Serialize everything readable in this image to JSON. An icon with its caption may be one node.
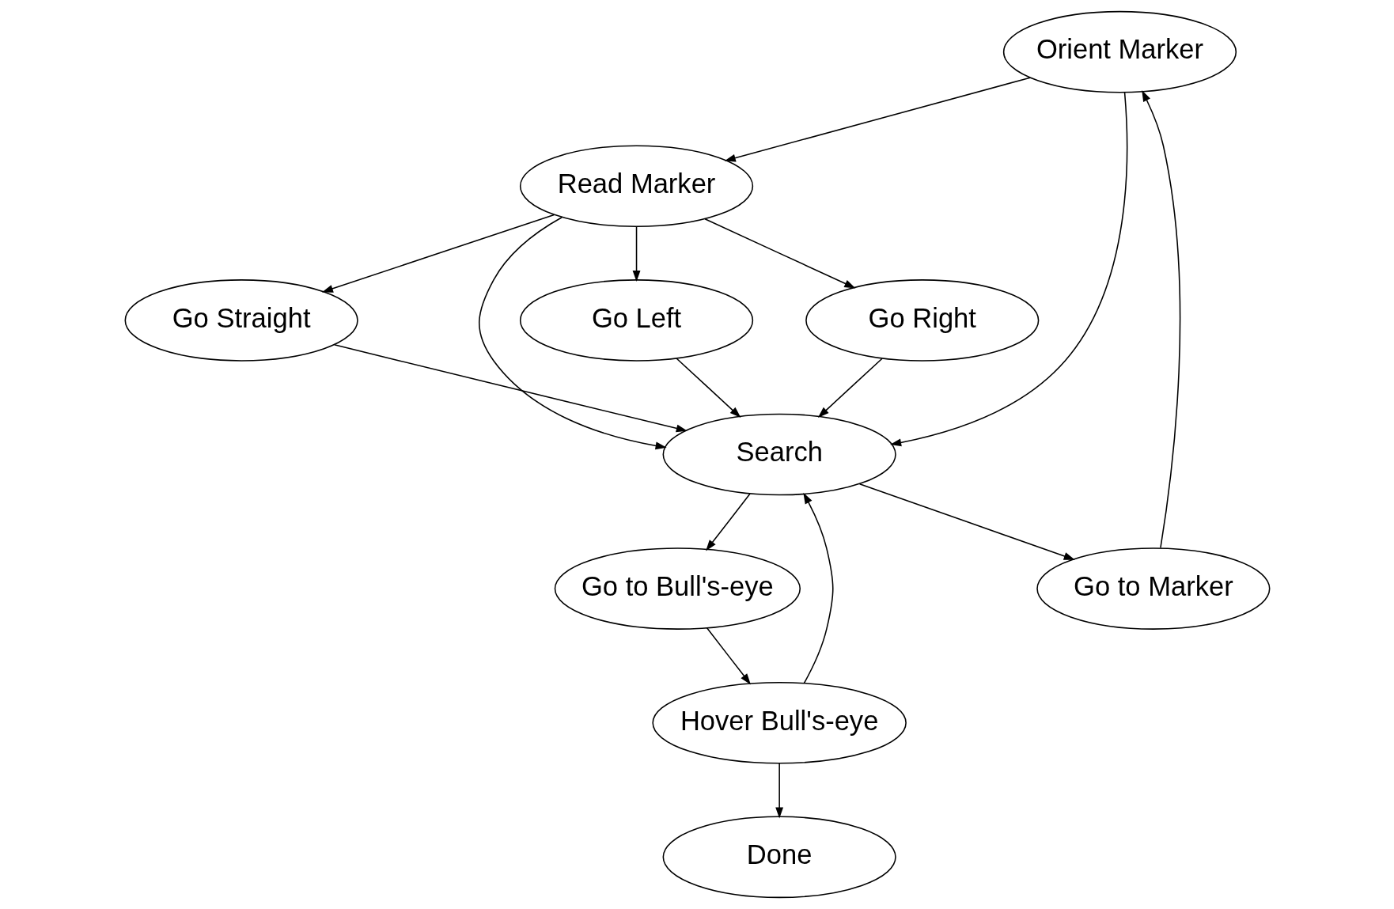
{
  "diagram": {
    "nodes": [
      {
        "text": [
          "Orient Marker"
        ]
      },
      {
        "text": [
          "Go to Marker"
        ]
      },
      {
        "text": [
          "Read Marker"
        ]
      },
      {
        "text": [
          "Go Straight"
        ]
      },
      {
        "text": [
          "Go to Bull's-eye"
        ]
      },
      {
        "text": [
          "Search"
        ]
      },
      {
        "text": [
          "Go Left"
        ]
      },
      {
        "text": [
          "Hover Bull's-eye"
        ]
      },
      {
        "text": [
          "Go Right"
        ]
      },
      {
        "text": [
          "Done"
        ]
      }
    ],
    "edges": [
      {
        "from": 1,
        "to": 0,
        "arrow": "to"
      },
      {
        "from": 0,
        "to": 2,
        "arrow": "to"
      },
      {
        "from": 0,
        "to": 5,
        "arrow": "to"
      },
      {
        "from": 5,
        "to": 1,
        "arrow": "to"
      },
      {
        "from": 2,
        "to": 5,
        "arrow": "to"
      },
      {
        "from": 2,
        "to": 3,
        "arrow": "to"
      },
      {
        "from": 2,
        "to": 6,
        "arrow": "to"
      },
      {
        "from": 2,
        "to": 8,
        "arrow": "to"
      },
      {
        "from": 3,
        "to": 5,
        "arrow": "to"
      },
      {
        "from": 6,
        "to": 5,
        "arrow": "to"
      },
      {
        "from": 8,
        "to": 5,
        "arrow": "to"
      },
      {
        "from": 5,
        "to": 4,
        "arrow": "to"
      },
      {
        "from": 4,
        "to": 7,
        "arrow": "to"
      },
      {
        "from": 7,
        "to": 5,
        "arrow": "to"
      },
      {
        "from": 7,
        "to": 9,
        "arrow": "to"
      }
    ]
  }
}
